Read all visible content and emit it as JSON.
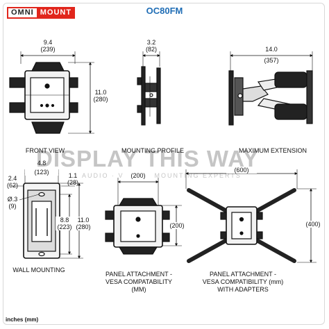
{
  "header": {
    "logo_left": "OMNI",
    "logo_right": "MOUNT",
    "model": "OC80FM"
  },
  "watermark": {
    "main": "DISPLAY THIS WAY",
    "sub": "AUDIO · VIDEO · MOUNTING EXPERTS"
  },
  "views": {
    "front": {
      "label": "FRONT VIEW",
      "width": "9.4",
      "width_mm": "(239)",
      "height": "11.0",
      "height_mm": "(280)"
    },
    "profile": {
      "label": "MOUNTING PROFILE",
      "depth": "3.2",
      "depth_mm": "(82)"
    },
    "extension": {
      "label": "MAXIMUM EXTENSION",
      "length": "14.0",
      "length_mm": "(357)"
    },
    "wall": {
      "label": "WALL MOUNTING",
      "width": "4.8",
      "width_mm": "(123)",
      "top_offset": "2.4",
      "top_offset_mm": "(62)",
      "side_offset": "1.1",
      "side_offset_mm": "(28)",
      "hole": "Ø.3",
      "hole_mm": "(9)",
      "hole_span": "8.8",
      "hole_span_mm": "(223)",
      "height": "11.0",
      "height_mm": "(280)"
    },
    "vesa": {
      "label_line1": "PANEL ATTACHMENT -",
      "label_line2": "VESA COMPATABILITY",
      "label_line3": "(MM)",
      "horizontal": "(200)",
      "vertical": "(200)"
    },
    "adapters": {
      "label_line1": "PANEL ATTACHMENT -",
      "label_line2": "VESA COMPATIBILITY (mm)",
      "label_line3": "WITH ADAPTERS",
      "horizontal": "(600)",
      "vertical": "(400)"
    }
  },
  "footer": {
    "units": "inches (mm)"
  },
  "colors": {
    "brand_red": "#e1261c",
    "model_blue": "#1f6db5"
  }
}
